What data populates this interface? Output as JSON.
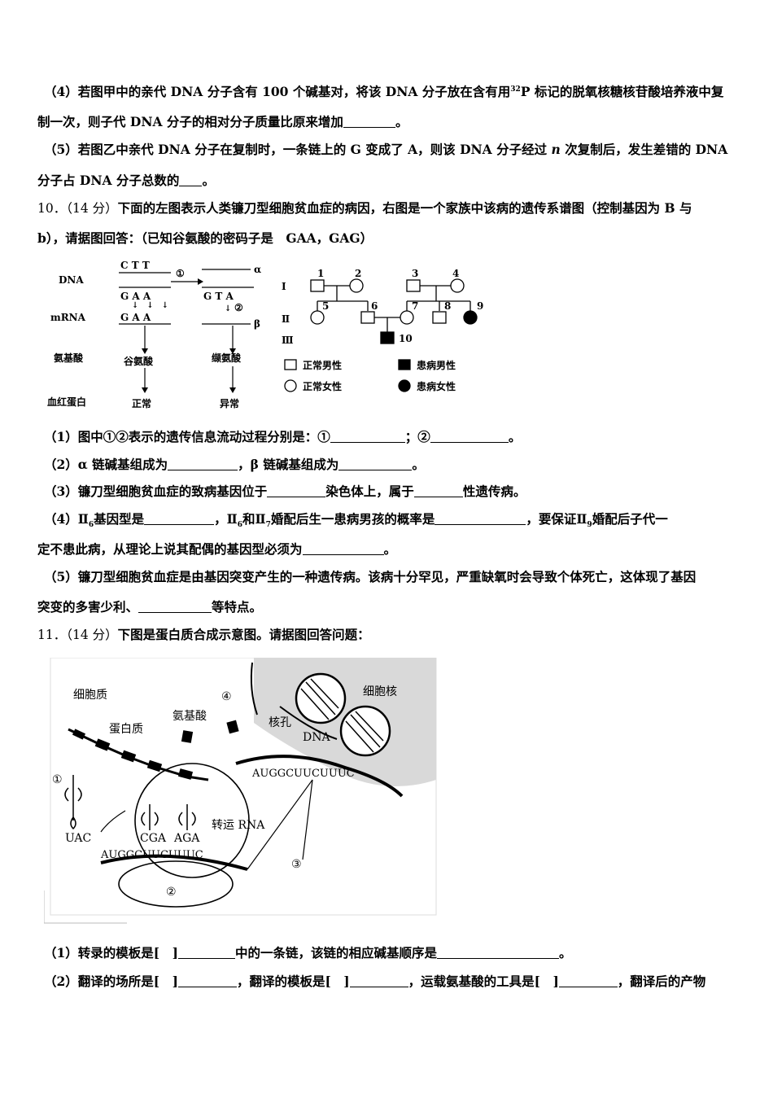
{
  "q9": {
    "p4_a": "（4）若图甲中的亲代 DNA 分子含有 100 个碱基对，将该 DNA 分子放在含有用",
    "p4_sup": "32",
    "p4_b": "P 标记的脱氧核糖核苷酸培养液中复",
    "p4_c": "制一次，则子代 DNA 分子的相对分子质量比原来增加",
    "p4_end": "。",
    "p5_a": "（5）若图乙中亲代 DNA 分子在复制时，一条链上的 G 变成了 A，则该 DNA 分子经过",
    "p5_n": "n",
    "p5_b": "次复制后，发生差错的 DNA",
    "p5_c": "分子占 DNA 分子总数的",
    "p5_end": "。"
  },
  "q10": {
    "num": "10．（14 分）",
    "intro_a": "下面的左图表示人类镰刀型细胞贫血症的病因，右图是一个家族中该病的遗传系谱图（控制基因为 B 与",
    "intro_b": "b），请据图回答：（已知谷氨酸的密码子是　GAA，GAG）",
    "fig_left": {
      "row_dna": "DNA",
      "row_mrna": "mRNA",
      "row_aa": "氨基酸",
      "row_hb": "血红蛋白",
      "top_seq": "C T T",
      "mid_seq": "G A A",
      "mrna_seq": "G A A",
      "mut_seq": "G T A",
      "step1": "①",
      "step2": "②",
      "alpha": "α",
      "beta": "β",
      "aa_normal": "谷氨酸",
      "aa_mutant": "缬氨酸",
      "hb_normal": "正常",
      "hb_mutant": "异常"
    },
    "fig_right": {
      "gen1": "Ⅰ",
      "gen2": "Ⅱ",
      "gen3": "Ⅲ",
      "ids": [
        "1",
        "2",
        "3",
        "4",
        "5",
        "6",
        "7",
        "8",
        "9",
        "10"
      ],
      "legend": [
        "正常男性",
        "患病男性",
        "正常女性",
        "患病女性"
      ]
    },
    "p1_a": "（1）图中①②表示的遗传信息流动过程分别是：①",
    "p1_mid": "；②",
    "p1_end": "。",
    "p2_a": "（2）α 链碱基组成为",
    "p2_mid": "，β 链碱基组成为",
    "p2_end": "。",
    "p3_a": "（3）镰刀型细胞贫血症的致病基因位于",
    "p3_mid": "染色体上，属于",
    "p3_end": "性遗传病。",
    "p4_a": "（4）Ⅱ",
    "p4_s6": "6",
    "p4_b": "基因型是",
    "p4_c": "，Ⅱ",
    "p4_d": "和Ⅱ",
    "p4_s7": "7",
    "p4_e": "婚配后生一患病男孩的概率是",
    "p4_f": "，要保证Ⅱ",
    "p4_s9": "9",
    "p4_g": "婚配后子代一",
    "p4_h": "定不患此病，从理论上说其配偶的基因型必须为",
    "p4_end": "。",
    "p5_a": "（5）镰刀型细胞贫血症是由基因突变产生的一种遗传病。该病十分罕见，严重缺氧时会导致个体死亡，这体现了基因",
    "p5_b": "突变的多害少利、",
    "p5_end": "等特点。"
  },
  "q11": {
    "num": "11．（14 分）",
    "intro": "下图是蛋白质合成示意图。请据图回答问题：",
    "fig": {
      "cytoplasm": "细胞质",
      "nucleus": "细胞核",
      "protein": "蛋白质",
      "amino_acid": "氨基酸",
      "pore": "核孔",
      "dna": "DNA",
      "trna": "转运 RNA",
      "c1": "①",
      "c2": "②",
      "c3": "③",
      "c4": "④",
      "uac": "UAC",
      "cga": "CGA",
      "aga": "AGA",
      "mrna_seq": "AUGGCUUCUUUC",
      "nuc_seq": "AUGGCUUCUUUC"
    },
    "p1_a": "（1）转录的模板是[　]",
    "p1_b": "中的一条链，该链的相应碱基顺序是",
    "p1_end": "。",
    "p2_a": "（2）翻译的场所是[　]",
    "p2_b": "，翻译的模板是[　]",
    "p2_c": "，运载氨基酸的工具是[　]",
    "p2_d": "，翻译后的产物"
  }
}
